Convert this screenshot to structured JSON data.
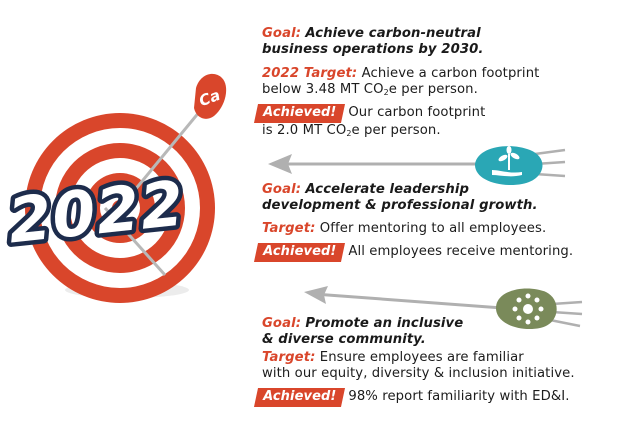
{
  "year": "2022",
  "logo_text": "Ca",
  "section1": {
    "goal_label": "Goal:",
    "goal_line1": "Achieve carbon-neutral",
    "goal_line2": "business operations by 2030.",
    "target_label": "2022 Target:",
    "target_line1": "Achieve a carbon footprint",
    "target_line2_pre": "below 3.48 MT CO",
    "target_line2_sub": "2",
    "target_line2_post": "e per person.",
    "achieved_badge": "Achieved!",
    "achieved_line1": "Our carbon footprint",
    "achieved_line2_pre": "is 2.0 MT CO",
    "achieved_line2_sub": "2",
    "achieved_line2_post": "e per person."
  },
  "section2": {
    "goal_label": "Goal:",
    "goal_line1": "Accelerate leadership",
    "goal_line2": "development & professional growth.",
    "target_label": "Target:",
    "target_text": "Offer mentoring to all employees.",
    "achieved_badge": "Achieved!",
    "achieved_text": "All employees receive mentoring."
  },
  "section3": {
    "goal_label": "Goal:",
    "goal_line1": "Promote an inclusive",
    "goal_line2": "& diverse community.",
    "target_label": "Target:",
    "target_line1": "Ensure employees are familiar",
    "target_line2": "with our equity, diversity & inclusion initiative.",
    "achieved_badge": "Achieved!",
    "achieved_text": "98% report familiarity with ED&I."
  },
  "icons": {
    "arrow1": "logo-arrow-icon",
    "arrow2": "hand-plant-icon",
    "arrow3": "people-circle-icon"
  },
  "colors": {
    "red": "#d9462b",
    "teal": "#2aa7b5",
    "olive": "#7a8a5a",
    "navy": "#1d2c4c",
    "grey": "#b0b0b0"
  }
}
